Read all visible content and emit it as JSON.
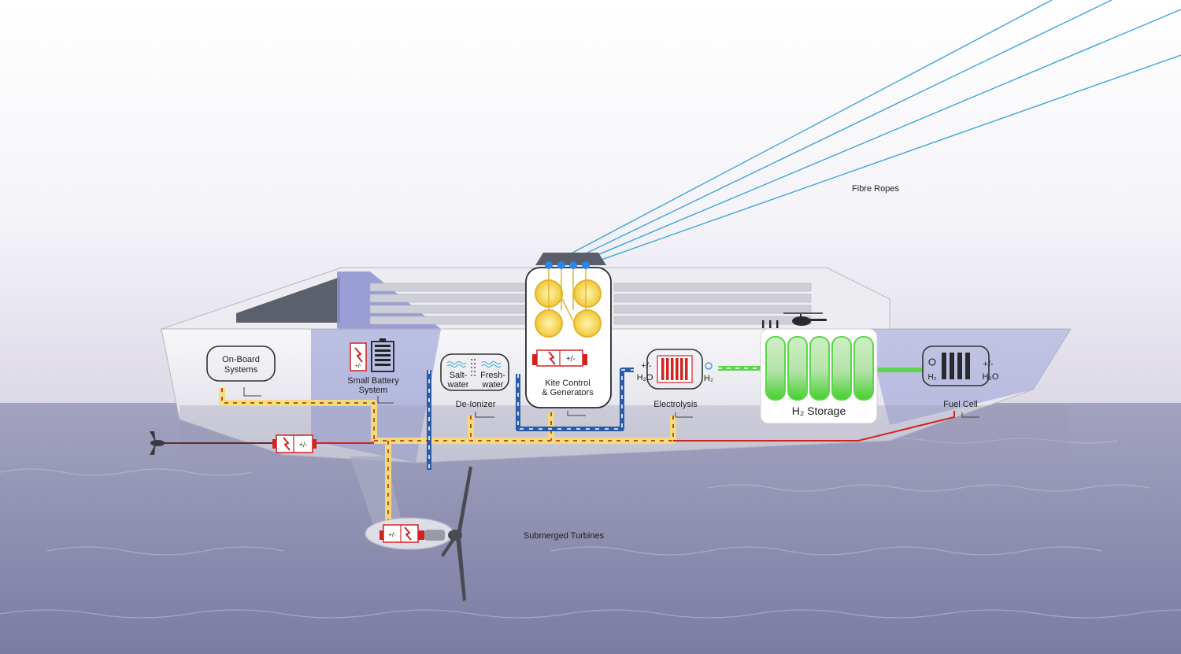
{
  "labels": {
    "fibre_ropes": "Fibre Ropes",
    "on_board_line1": "On-Board",
    "on_board_line2": "Systems",
    "battery_line1": "Small Battery",
    "battery_line2": "System",
    "saltwater_line1": "Salt-",
    "saltwater_line2": "water",
    "freshwater_line1": "Fresh-",
    "freshwater_line2": "water",
    "deionizer": "De-Ionizer",
    "kite_line1": "Kite Control",
    "kite_line2": "& Generators",
    "electrolysis": "Electrolysis",
    "h2_storage": "H₂ Storage",
    "fuel_cell": "Fuel Cell",
    "submerged_turbines": "Submerged Turbines",
    "plus_minus": "+/-",
    "h2o": "H₂O",
    "h2": "H₂"
  },
  "colors": {
    "sky_top": "#ffffff",
    "sky_bottom": "#ddd9e8",
    "sea_top": "#9b9bba",
    "sea_bottom": "#7f80a6",
    "hull": "#eeeef2",
    "hull_accent": "#8f96cf",
    "energy_line": "#f2df78",
    "energy_dash": "#c94a2a",
    "water_line": "#2a5ba8",
    "h2_line": "#5cd64a",
    "h2_tank": "#7ad86a",
    "power_red": "#d22323",
    "rope": "#3ea6d9",
    "anchor_dot": "#2b86e8"
  },
  "icons": {
    "battery": "battery-icon",
    "converter": "converter-icon",
    "helicopter": "helicopter-icon",
    "waves": "waves-icon",
    "filter": "filter-icon",
    "generator": "generator-icon",
    "propeller": "propeller-icon",
    "turbine": "turbine-icon",
    "electrolysis_stack": "electrolysis-stack-icon",
    "fuel_cell_stack": "fuel-cell-stack-icon",
    "h2_tank": "hydrogen-tank-icon"
  }
}
